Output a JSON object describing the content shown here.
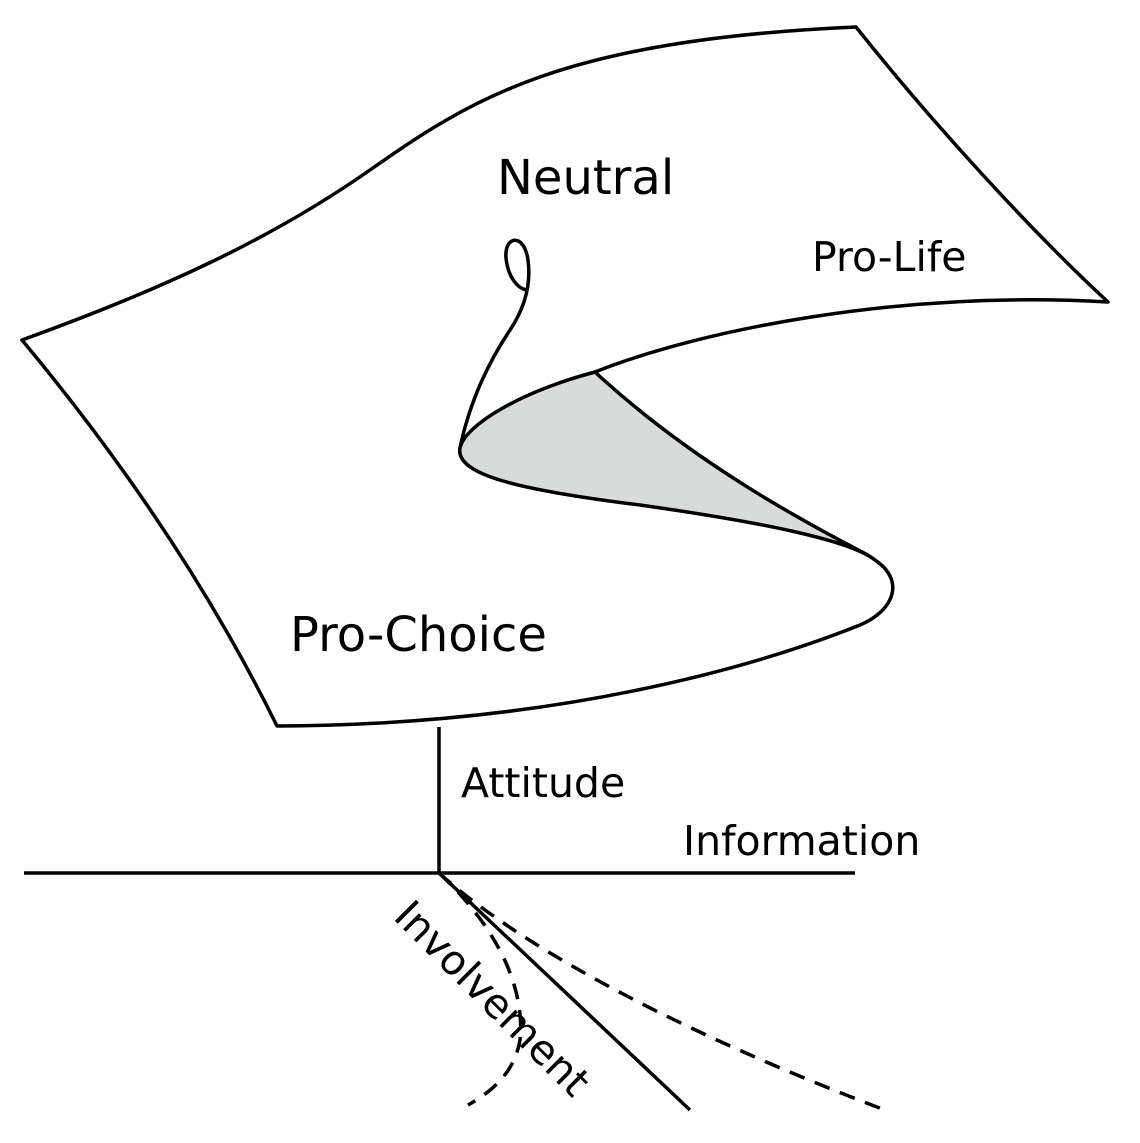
{
  "surface": {
    "regions": {
      "neutral": "Neutral",
      "pro_life": "Pro-Life",
      "pro_choice": "Pro-Choice"
    },
    "fold_fill_color": "#d9dbdb",
    "stroke_color": "#000000"
  },
  "axes": {
    "attitude": "Attitude",
    "information": "Information",
    "involvement": "Involvement"
  }
}
